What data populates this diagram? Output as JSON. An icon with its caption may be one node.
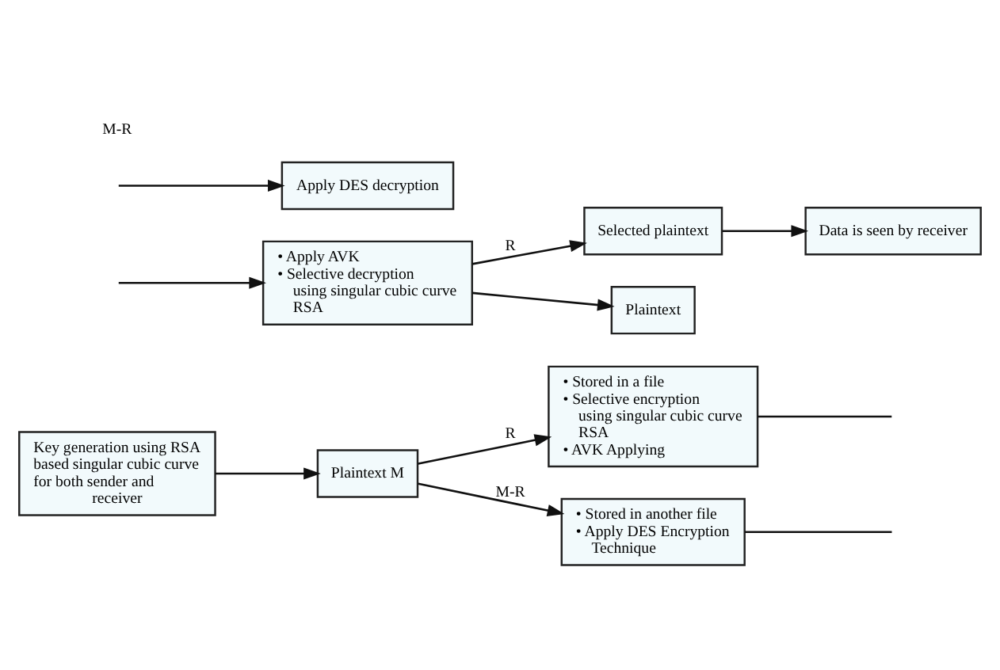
{
  "diagram": {
    "nodes": [
      {
        "text": [
          "Key generation using RSA based singular cubic curve for both sender and receiver"
        ]
      },
      {
        "text": [
          "Plaintext M"
        ]
      },
      {
        "text": [
          "• Stored in a file",
          "• Selective encryption using singular cubic curve RSA",
          "• AVK Applying"
        ]
      },
      {
        "text": [
          "• Stored in another file",
          "• Apply DES Encryption Technique"
        ]
      },
      {
        "text": [
          "• Apply AVK",
          "• Selective decryption using singular cubic curve RSA"
        ]
      },
      {
        "text": [
          "Apply DES decryption"
        ]
      },
      {
        "text": [
          "Selected plaintext"
        ]
      },
      {
        "text": [
          "Plaintext"
        ]
      },
      {
        "text": [
          "Data is seen by receiver"
        ]
      }
    ],
    "edges": [
      {
        "from": 0,
        "to": 1,
        "arrow": "to"
      },
      {
        "from": 1,
        "to": 2,
        "arrow": "to",
        "label": "R"
      },
      {
        "from": 1,
        "to": 3,
        "arrow": "to",
        "label": "M-R"
      },
      {
        "from": 2,
        "to": null,
        "arrow": "none"
      },
      {
        "from": 3,
        "to": null,
        "arrow": "none"
      },
      {
        "from": null,
        "to": 4,
        "arrow": "to"
      },
      {
        "from": null,
        "to": 5,
        "arrow": "to"
      },
      {
        "from": 4,
        "to": 6,
        "arrow": "to",
        "label": "R"
      },
      {
        "from": 4,
        "to": 7,
        "arrow": "to"
      },
      {
        "from": 6,
        "to": 8,
        "arrow": "to"
      }
    ],
    "labels": [
      "M-R"
    ]
  }
}
